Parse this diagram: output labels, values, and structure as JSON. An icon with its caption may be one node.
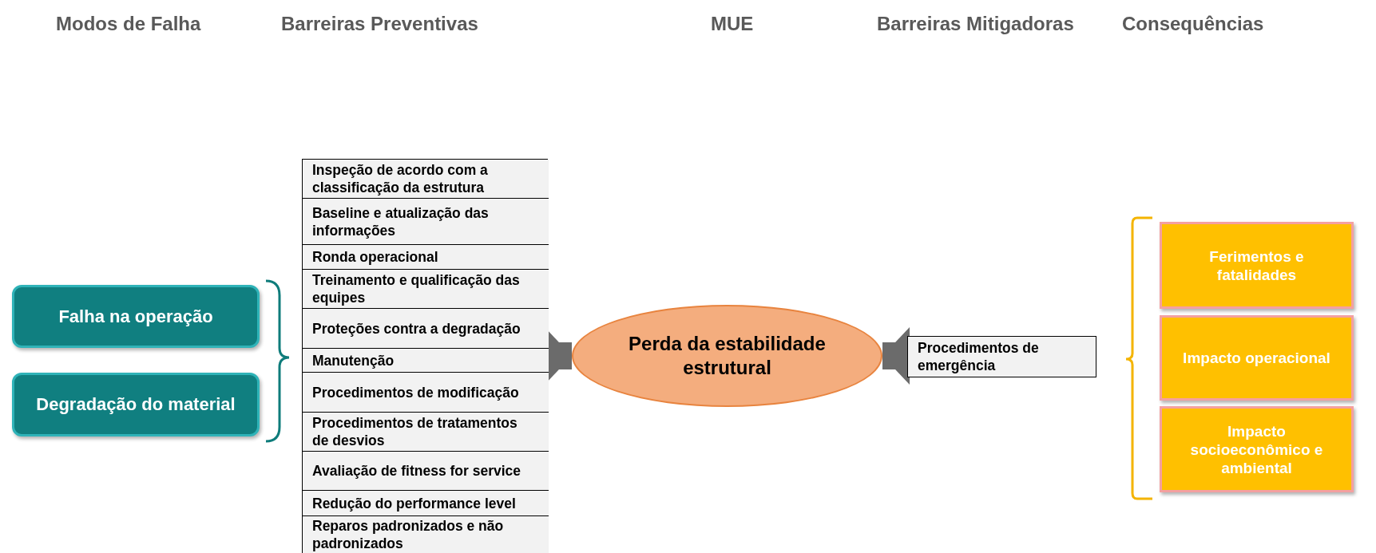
{
  "diagram": {
    "nodes": [
      {
        "text": [
          "Falha na operação"
        ]
      },
      {
        "text": [
          "Degradação do material"
        ]
      },
      {
        "text": [],
        "shape": "box"
      },
      {
        "text": [
          "Inspeção de acordo com a classificação da estrutura"
        ],
        "in": 2
      },
      {
        "text": [
          "Baseline e atualização das informações"
        ],
        "in": 2
      },
      {
        "text": [
          "Ronda operacional"
        ],
        "in": 2
      },
      {
        "text": [
          "Treinamento e qualificação das equipes"
        ],
        "in": 2
      },
      {
        "text": [
          "Proteções contra a degradação"
        ],
        "in": 2
      },
      {
        "text": [
          "Manutenção"
        ],
        "in": 2
      },
      {
        "text": [
          "Procedimentos de modificação"
        ],
        "in": 2
      },
      {
        "text": [
          "Procedimentos de tratamentos de desvios"
        ],
        "in": 2
      },
      {
        "text": [
          "Avaliação de fitness for service"
        ],
        "in": 2
      },
      {
        "text": [
          "Redução do performance level"
        ],
        "in": 2
      },
      {
        "text": [
          "Reparos padronizados e não padronizados"
        ],
        "in": 2
      },
      {
        "text": [
          "Perda da estabilidade estrutural"
        ]
      },
      {
        "text": [
          "Procedimentos de emergência"
        ]
      },
      {
        "text": [
          "Ferimentos e fatalidades"
        ]
      },
      {
        "text": [
          "Impacto operacional"
        ]
      },
      {
        "text": [
          "Impacto socioeconômico e ambiental"
        ]
      }
    ],
    "edges": [
      {
        "from": 2,
        "to": 14,
        "arrow": "to"
      },
      {
        "from": 15,
        "to": 14,
        "arrow": "to"
      }
    ],
    "labels": [
      "Modos de Falha",
      "Barreiras Preventivas",
      "MUE",
      "Barreiras Mitigadoras",
      "Consequências"
    ]
  }
}
